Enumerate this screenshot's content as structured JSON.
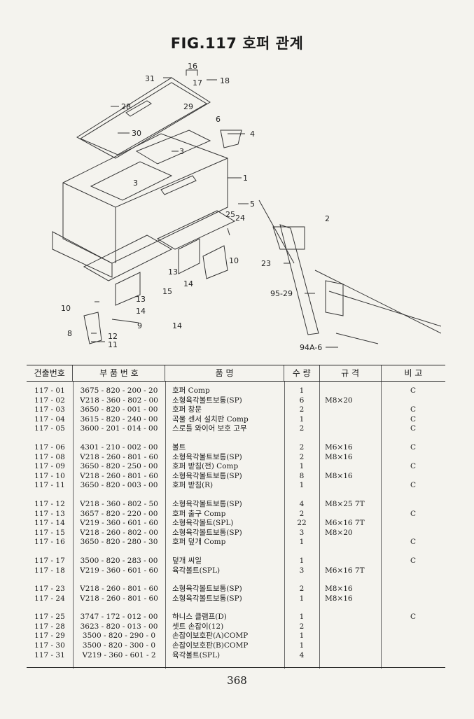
{
  "figure": {
    "title": "FIG.117 호퍼 관계",
    "callouts": [
      "16",
      "31",
      "17",
      "18",
      "28",
      "29",
      "30",
      "6",
      "4",
      "3",
      "3",
      "1",
      "5",
      "25",
      "24",
      "2",
      "10",
      "23",
      "13",
      "14",
      "15",
      "95-29",
      "10",
      "13",
      "14",
      "9",
      "14",
      "8",
      "12",
      "11",
      "94A-6"
    ]
  },
  "table": {
    "headers": [
      "건출번호",
      "부 품 번 호",
      "품 명",
      "수 량",
      "규 격",
      "비 고"
    ],
    "groups": [
      [
        {
          "no": "117 - 01",
          "part": "3675 - 820 - 200 - 20",
          "name": "호퍼 Comp",
          "qty": "1",
          "spec": "",
          "note": "C"
        },
        {
          "no": "117 - 02",
          "part": "V218 - 360 - 802 - 00",
          "name": "소형육각볼트보통(SP)",
          "qty": "6",
          "spec": "M8×20",
          "note": ""
        },
        {
          "no": "117 - 03",
          "part": "3650 - 820 - 001 - 00",
          "name": "호퍼 창문",
          "qty": "2",
          "spec": "",
          "note": "C"
        },
        {
          "no": "117 - 04",
          "part": "3615 - 820 - 240 - 00",
          "name": "곡물 센서 설치판 Comp",
          "qty": "1",
          "spec": "",
          "note": "C"
        },
        {
          "no": "117 - 05",
          "part": "3600 - 201 - 014 - 00",
          "name": "스로틀 와이어 보호 고무",
          "qty": "2",
          "spec": "",
          "note": "C"
        }
      ],
      [
        {
          "no": "117 - 06",
          "part": "4301 - 210 - 002 - 00",
          "name": "볼트",
          "qty": "2",
          "spec": "M6×16",
          "note": "C"
        },
        {
          "no": "117 - 08",
          "part": "V218 - 260 - 801 - 60",
          "name": "소형육각볼트보통(SP)",
          "qty": "2",
          "spec": "M8×16",
          "note": ""
        },
        {
          "no": "117 - 09",
          "part": "3650 - 820 - 250 - 00",
          "name": "호퍼 받침(전) Comp",
          "qty": "1",
          "spec": "",
          "note": "C"
        },
        {
          "no": "117 - 10",
          "part": "V218 - 260 - 801 - 60",
          "name": "소형육각볼트보통(SP)",
          "qty": "8",
          "spec": "M8×16",
          "note": ""
        },
        {
          "no": "117 - 11",
          "part": "3650 - 820 - 003 - 00",
          "name": "호퍼 받침(R)",
          "qty": "1",
          "spec": "",
          "note": "C"
        }
      ],
      [
        {
          "no": "117 - 12",
          "part": "V218 - 360 - 802 - 50",
          "name": "소형육각볼트보통(SP)",
          "qty": "4",
          "spec": "M8×25 7T",
          "note": ""
        },
        {
          "no": "117 - 13",
          "part": "3657 - 820 - 220 - 00",
          "name": "호퍼 출구 Comp",
          "qty": "2",
          "spec": "",
          "note": "C"
        },
        {
          "no": "117 - 14",
          "part": "V219 - 360 - 601 - 60",
          "name": "소형육각볼트(SPL)",
          "qty": "22",
          "spec": "M6×16 7T",
          "note": ""
        },
        {
          "no": "117 - 15",
          "part": "V218 - 260 - 802 - 00",
          "name": "소형육각볼트보통(SP)",
          "qty": "3",
          "spec": "M8×20",
          "note": ""
        },
        {
          "no": "117 - 16",
          "part": "3650 - 820 - 280 - 30",
          "name": "호퍼 덮개 Comp",
          "qty": "1",
          "spec": "",
          "note": "C"
        }
      ],
      [
        {
          "no": "117 - 17",
          "part": "3500 - 820 - 283 - 00",
          "name": "덮개 씨일",
          "qty": "1",
          "spec": "",
          "note": "C"
        },
        {
          "no": "117 - 18",
          "part": "V219 - 360 - 601 - 60",
          "name": "육각볼트(SPL)",
          "qty": "3",
          "spec": "M6×16 7T",
          "note": ""
        }
      ],
      [
        {
          "no": "117 - 23",
          "part": "V218 - 260 - 801 - 60",
          "name": "소형육각볼트보통(SP)",
          "qty": "2",
          "spec": "M8×16",
          "note": ""
        },
        {
          "no": "117 - 24",
          "part": "V218 - 260 - 801 - 60",
          "name": "소형육각볼트보통(SP)",
          "qty": "1",
          "spec": "M8×16",
          "note": ""
        }
      ],
      [
        {
          "no": "117 - 25",
          "part": "3747 - 172 - 012 - 00",
          "name": "하니스 클램프(D)",
          "qty": "1",
          "spec": "",
          "note": "C"
        },
        {
          "no": "117 - 28",
          "part": "3623 - 820 - 013 - 00",
          "name": "셋트 손잡이(12)",
          "qty": "2",
          "spec": "",
          "note": ""
        },
        {
          "no": "117 - 29",
          "part": "3500 - 820 - 290 - 0",
          "name": "손잡이보호판(A)COMP",
          "qty": "1",
          "spec": "",
          "note": ""
        },
        {
          "no": "117 - 30",
          "part": "3500 - 820 - 300 - 0",
          "name": "손잡이보호판(B)COMP",
          "qty": "1",
          "spec": "",
          "note": ""
        },
        {
          "no": "117 - 31",
          "part": "V219 - 360 - 601 - 2",
          "name": "육각볼트(SPL)",
          "qty": "4",
          "spec": "",
          "note": ""
        }
      ]
    ]
  },
  "page_number": "368"
}
